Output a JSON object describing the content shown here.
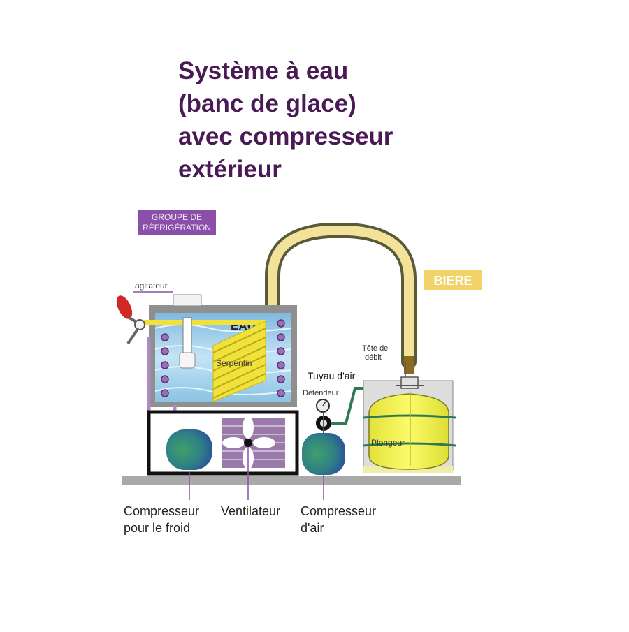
{
  "title": {
    "lines": [
      "Système à eau",
      "(banc de glace)",
      "avec compresseur",
      "extérieur"
    ],
    "color": "#4a1a55"
  },
  "diagram": {
    "tag_refrigeration": [
      "GROUPE DE",
      "RÉFRIGÉRATION"
    ],
    "tag_biere": "BIERE",
    "agitateur": "agitateur",
    "eau": "EAU",
    "serpentin": "Serpentin",
    "tete_debit": [
      "Tête de",
      "débit"
    ],
    "tuyau_air": "Tuyau d'air",
    "detendeur": "Détendeur",
    "plongeur": "Plongeur",
    "compresseur_froid": [
      "Compresseur",
      "pour le froid"
    ],
    "ventilateur": "Ventilateur",
    "compresseur_air": [
      "Compresseur",
      "d'air"
    ]
  },
  "colors": {
    "tag_purple": "#8a4fa8",
    "tag_yellow": "#f1d36a",
    "water": "#a9d3ec",
    "coil": "#f0e23a",
    "keg": "#f2f04a",
    "compressor": "#3f8f8a",
    "pipe_green": "#2e7a56",
    "pipe_purple": "#b08ac5",
    "floor": "#a9a9a9"
  }
}
